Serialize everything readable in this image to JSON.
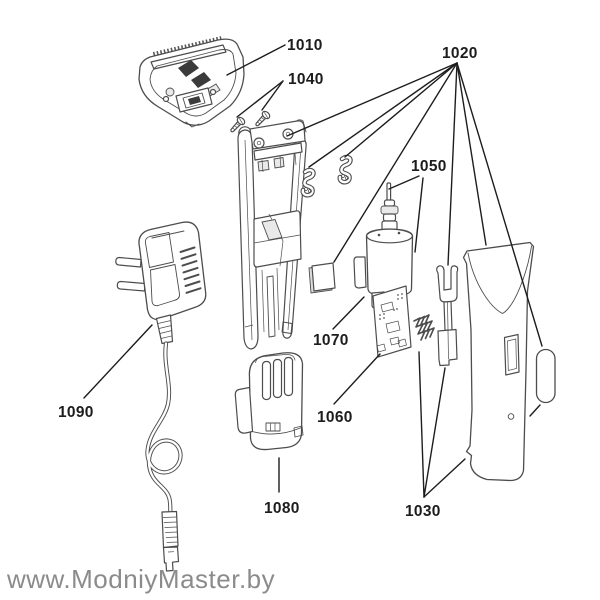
{
  "diagram": {
    "type": "exploded-parts-diagram",
    "subject": "hair-clipper",
    "background": "#ffffff",
    "callouts": {
      "1010": {
        "label": "1010",
        "part": "blade-head",
        "leader_lines": 1
      },
      "1040": {
        "label": "1040",
        "part": "mounting-screws",
        "leader_lines": 2
      },
      "1020": {
        "label": "1020",
        "part": "small-fasteners-and-clips",
        "leader_lines": 7
      },
      "1050": {
        "label": "1050",
        "part": "motor",
        "leader_lines": 2
      },
      "1070": {
        "label": "1070",
        "part": "drive-coupling",
        "leader_lines": 1
      },
      "1060": {
        "label": "1060",
        "part": "circuit-board",
        "leader_lines": 1
      },
      "1080": {
        "label": "1080",
        "part": "battery-pack",
        "leader_lines": 1
      },
      "1030": {
        "label": "1030",
        "part": "housing-shell-and-button",
        "leader_lines": 4
      },
      "1090": {
        "label": "1090",
        "part": "power-adapter-with-cord",
        "leader_lines": 1
      }
    },
    "colors": {
      "artwork_outline": "#4d4d4d",
      "leader_line": "#1d1d1d",
      "label_text": "#1d1d1d",
      "watermark": "#8b8b8b"
    }
  },
  "watermark": {
    "text": "www.ModniyMaster.by"
  }
}
